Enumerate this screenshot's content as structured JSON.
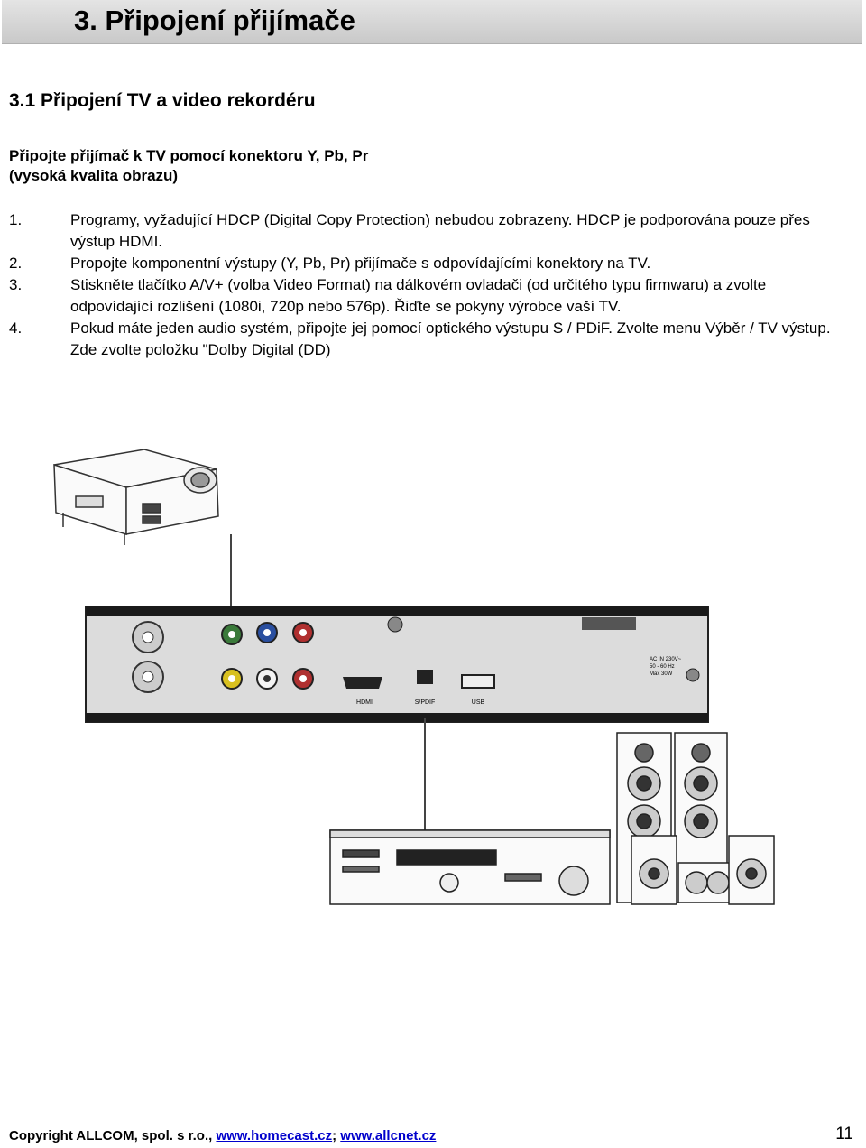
{
  "chapter": {
    "title": "3.  Připojení přijímače"
  },
  "section": {
    "title": "3.1  Připojení TV a video rekordéru"
  },
  "intro": {
    "line1": "Připojte přijímač k TV pomocí konektoru Y, Pb, Pr",
    "line2": "(vysoká kvalita obrazu)"
  },
  "steps": [
    {
      "num": "1.",
      "text": "Programy, vyžadující HDCP (Digital Copy Protection) nebudou zobrazeny. HDCP je podporována pouze přes výstup HDMI."
    },
    {
      "num": "2.",
      "text": "Propojte komponentní výstupy (Y, Pb, Pr) přijímače s odpovídajícími konektory na TV."
    },
    {
      "num": "3.",
      "text": "Stiskněte tlačítko A/V+ (volba Video Format) na dálkovém ovladači  (od určitého typu firmwaru) a zvolte odpovídající rozlišení (1080i, 720p nebo 576p). Řiďte se pokyny výrobce vaší TV."
    },
    {
      "num": "4.",
      "text": "Pokud máte jeden audio systém, připojte jej pomocí optického výstupu S / PDiF. Zvolte menu Výběr / TV výstup. Zde zvolte položku \"Dolby Digital (DD)"
    }
  ],
  "figure": {
    "labels": {
      "hdmi": "HDMI",
      "spdif": "S/PDIF",
      "usb": "USB",
      "power": "AC IN  230V~\n50 - 60 Hz\nMax 30W"
    }
  },
  "footer": {
    "prefix": "Copyright  ALLCOM, spol. s r.o., ",
    "link1": "www.homecast.cz",
    "separator": "; ",
    "link2": "www.allcnet.cz",
    "page": "11"
  },
  "colors": {
    "chapter_bar": "#d6d6d6",
    "link": "#0000cc"
  }
}
